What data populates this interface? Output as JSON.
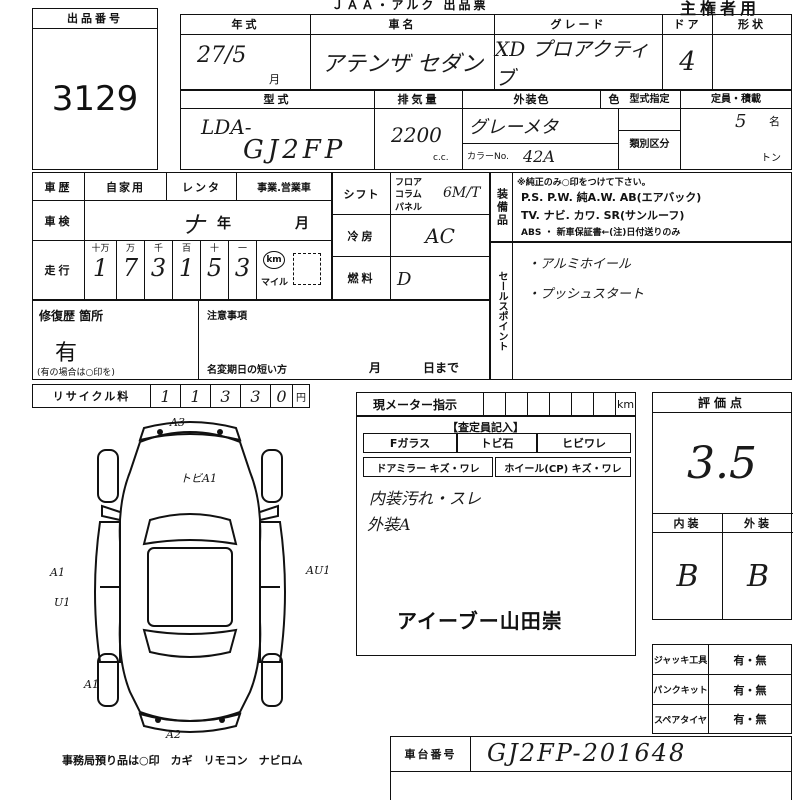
{
  "header": {
    "lot_number_label": "出品番号",
    "lot_number": "3129",
    "top_text": "ＪＡＡ・アルク 出品票",
    "owner_label": "主権者用"
  },
  "row1": {
    "year_label": "年式",
    "year_value": "27/5",
    "year_unit": "月",
    "car_name_label": "車名",
    "car_name_value": "アテンザ セダン",
    "grade_label": "グレード",
    "grade_value": "XD プロアクティブ",
    "doors_label": "ドア",
    "doors_value": "4",
    "shape_label": "形状"
  },
  "row2": {
    "model_label": "型式",
    "model_value_1": "LDA-",
    "model_value_2": "GJ2FP",
    "displacement_label": "排気量",
    "displacement_value": "2200",
    "displacement_unit": "c.c.",
    "ext_color_label": "外装色",
    "ext_color_value": "グレーメタ",
    "color_no_label": "カラーNo.",
    "color_no_value": "42A",
    "color_change_label": "色替",
    "type_spec_label": "型式指定",
    "category_label": "類別区分",
    "capacity_label": "定員・積載",
    "capacity_value": "5",
    "capacity_unit": "名",
    "ton_unit": "トン"
  },
  "history": {
    "history_label": "車歴",
    "private_label": "自家用",
    "rental_label": "レンタ",
    "business_label": "事業.営業車",
    "inspection_label": "車検",
    "inspection_value": "ナ",
    "year_unit": "年",
    "month_unit": "月",
    "mileage_label": "走行",
    "digit_labels": [
      "十万",
      "万",
      "千",
      "百",
      "十",
      "一"
    ],
    "mileage_digits": [
      "1",
      "7",
      "3",
      "1",
      "5",
      "3"
    ],
    "km_label": "km",
    "mile_label": "マイル"
  },
  "specs": {
    "shift_label": "シフト",
    "shift_options": [
      "フロア",
      "コラム",
      "パネル"
    ],
    "shift_value": "6M/T",
    "ac_label": "冷房",
    "ac_value": "AC",
    "fuel_label": "燃料",
    "fuel_value": "D"
  },
  "equipment": {
    "label": "装備品",
    "note": "※純正のみ○印をつけて下さい。",
    "line1": "P.S. P.W. 純A.W. AB(エアバック)",
    "line2": "TV. ナビ. カワ. SR(サンルーフ)",
    "line3": "ABS ・ 新車保証書←(注)日付送りのみ"
  },
  "sales_point": {
    "label": "セールスポイント",
    "item1": "・アルミホイール",
    "item2": "・プッシュスタート"
  },
  "repair": {
    "label": "修復歴 箇所",
    "value": "有",
    "note": "(有の場合は○印を)",
    "notes_label": "注意事項",
    "name_change_label": "名変期日の短い方",
    "month_unit": "月",
    "day_until": "日まで"
  },
  "recycle": {
    "label": "リサイクル料",
    "digits": [
      "1",
      "1",
      "3",
      "3",
      "0"
    ],
    "unit": "円"
  },
  "meter": {
    "label": "現メーター指示",
    "unit": "km"
  },
  "inspector": {
    "header": "【査定員記入】",
    "glass_label": "Fガラス",
    "chip_label": "トビ石",
    "crack_label": "ヒビワレ",
    "mirror_label": "ドアミラー キズ・ワレ",
    "wheel_label": "ホイール(CP) キズ・ワレ",
    "remark_1": "内装汚れ・スレ",
    "remark_2": "外装A",
    "stamp": "アイーブー山田崇"
  },
  "score": {
    "label": "評価点",
    "value": "3.5",
    "interior_label": "内装",
    "exterior_label": "外装",
    "interior_value": "B",
    "exterior_value": "B"
  },
  "tools": {
    "jack_label": "ジャッキ工具",
    "puncture_label": "パンクキット",
    "spare_label": "スペアタイヤ",
    "option": "有・無"
  },
  "diagram": {
    "marks": [
      "A3",
      "トビA1",
      "A1",
      "U1",
      "AU1",
      "A1",
      "A2"
    ],
    "footer": "事務局預り品は○印　カギ　リモコン　ナビロム"
  },
  "chassis": {
    "label": "車台番号",
    "value": "GJ2FP-201648"
  }
}
